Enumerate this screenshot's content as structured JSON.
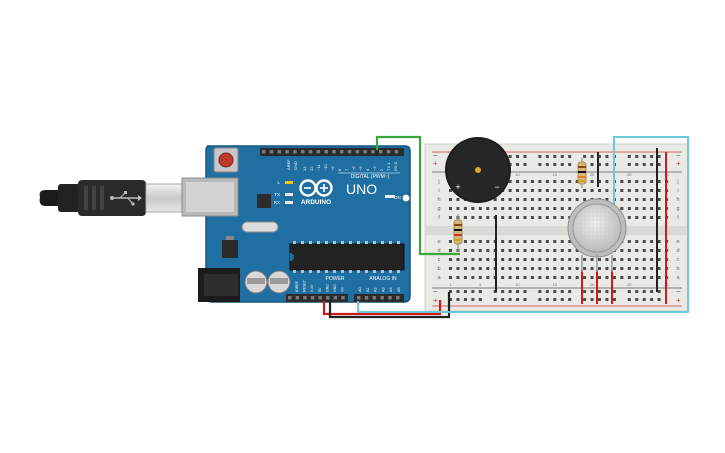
{
  "board": {
    "logo_text": "ARDUINO",
    "model": "UNO",
    "digital_label": "DIGITAL (PWM~)",
    "power_label": "POWER",
    "analog_label": "ANALOG IN",
    "on_label": "ON",
    "led_l": "L",
    "led_tx": "TX",
    "led_rx": "RX",
    "aref": "AREF",
    "gnd": "GND",
    "digital_pins": [
      "13",
      "12",
      "~11",
      "~10",
      "~9",
      "8",
      "7",
      "~6",
      "~5",
      "4",
      "~3",
      "2",
      "TX 1",
      "RX 0"
    ],
    "power_pins": [
      "IOREF",
      "RESET",
      "3.3V",
      "5V",
      "GND",
      "GND",
      "Vin"
    ],
    "analog_pins": [
      "A0",
      "A1",
      "A2",
      "A3",
      "A4",
      "A5"
    ]
  },
  "breadboard": {
    "rail_plus": "+",
    "rail_minus": "−",
    "row_letters_top": [
      "j",
      "i",
      "h",
      "g",
      "f"
    ],
    "row_letters_bottom": [
      "e",
      "d",
      "c",
      "b",
      "a"
    ],
    "column_numbers": [
      "1",
      "5",
      "10",
      "15",
      "20",
      "25",
      "30"
    ]
  },
  "buzzer": {
    "plus": "+",
    "minus": "−"
  },
  "colors": {
    "board": "#1f6fa3",
    "board_dark": "#15557d",
    "breadboard": "#e9e9e6",
    "wire_green": "#3aa83a",
    "wire_red": "#d01919",
    "wire_black": "#222222",
    "wire_cyan": "#6ec9d6",
    "header": "#2b2b2b"
  }
}
